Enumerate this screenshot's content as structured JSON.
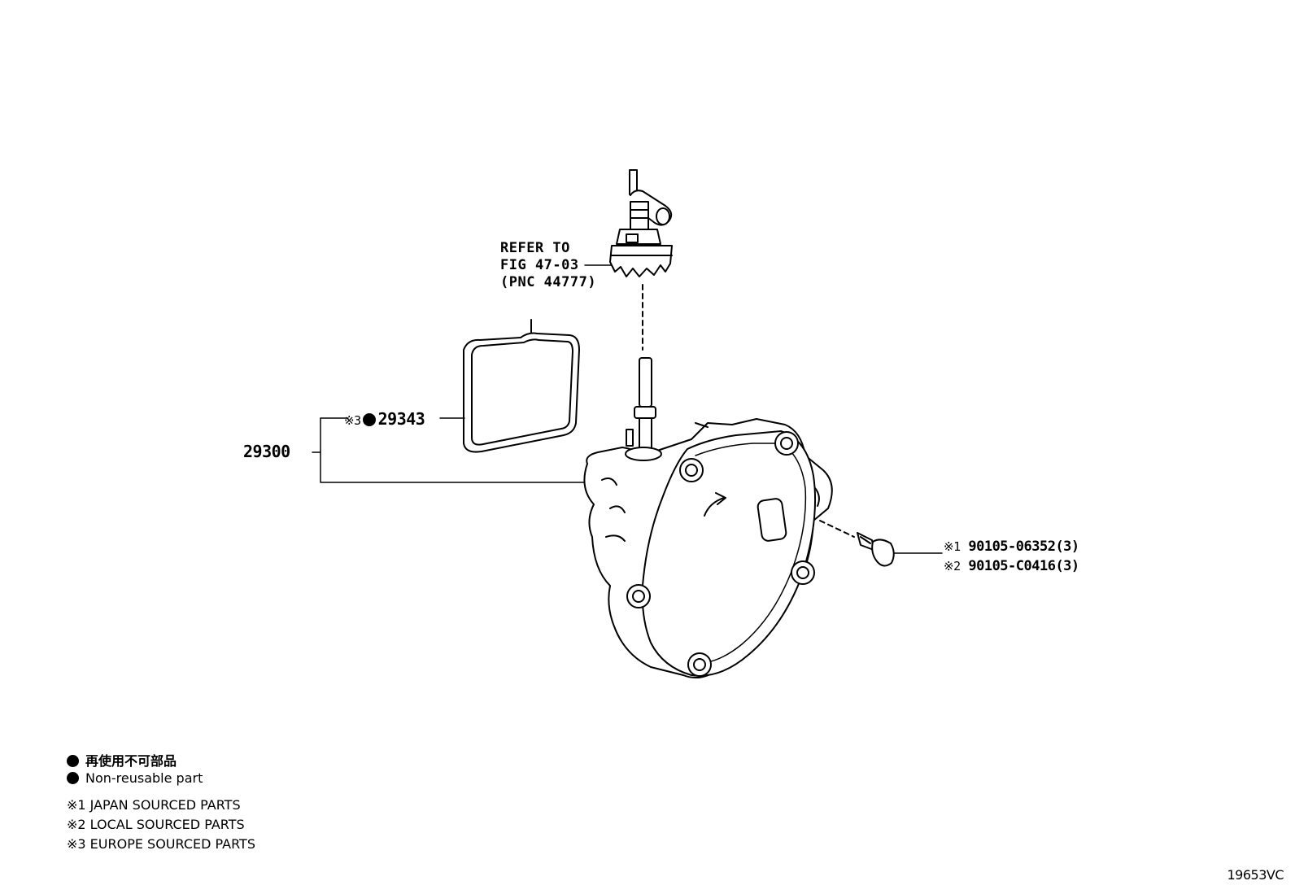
{
  "refer": {
    "line1": "REFER TO",
    "line2": "FIG 47-03",
    "line3": "(PNC 44777)"
  },
  "parts": {
    "assembly": "29300",
    "gasket_mark": "※3",
    "gasket": "29343",
    "bolt1_mark": "※1",
    "bolt1": "90105-06352(3)",
    "bolt2_mark": "※2",
    "bolt2": "90105-C0416(3)"
  },
  "legend": {
    "nonreusable_jp": "再使用不可部品",
    "nonreusable_en": "Non-reusable part",
    "notes": [
      "※1 JAPAN SOURCED PARTS",
      "※2 LOCAL SOURCED PARTS",
      "※3 EUROPE SOURCED PARTS"
    ]
  },
  "diagram_code": "19653VC"
}
